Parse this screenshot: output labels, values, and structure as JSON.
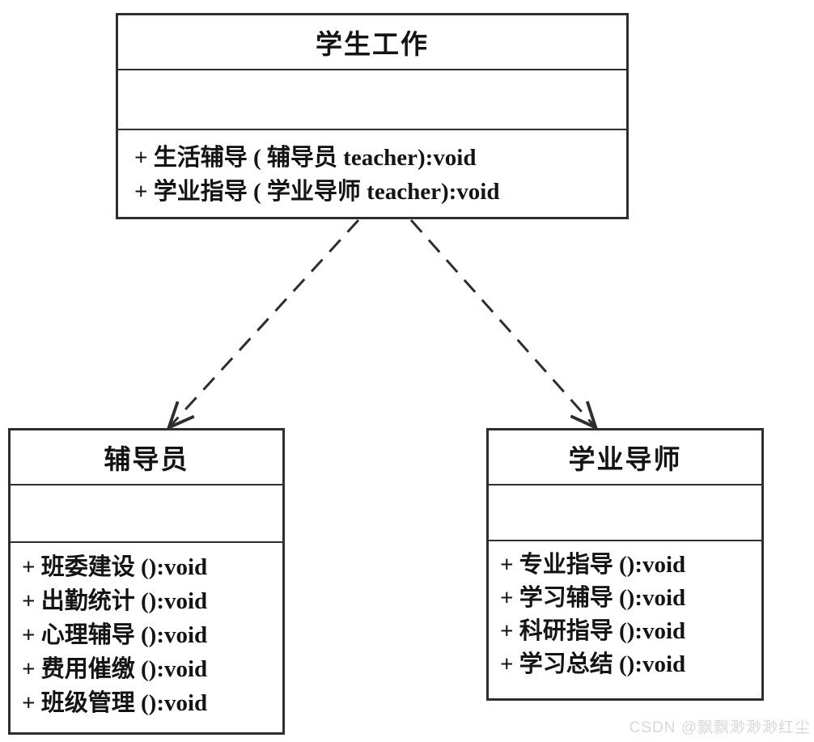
{
  "diagram": {
    "type": "uml-class-diagram",
    "classes": [
      {
        "name": "学生工作",
        "title": "学生工作",
        "attributes": [],
        "methods": [
          "+ 生活辅导 ( 辅导员 teacher):void",
          "+ 学业指导 ( 学业导师 teacher):void"
        ]
      },
      {
        "name": "辅导员",
        "title": "辅导员",
        "attributes": [],
        "methods": [
          "+ 班委建设 ():void",
          "+ 出勤统计 ():void",
          "+ 心理辅导 ():void",
          "+ 费用催缴 ():void",
          "+ 班级管理 ():void"
        ]
      },
      {
        "name": "学业导师",
        "title": "学业导师",
        "attributes": [],
        "methods": [
          "+ 专业指导 ():void",
          "+ 学习辅导 ():void",
          "+ 科研指导 ():void",
          "+ 学习总结 ():void"
        ]
      }
    ],
    "relations": [
      {
        "type": "dependency",
        "from": "学生工作",
        "to": "辅导员",
        "line_style": "dashed",
        "arrowhead": "open"
      },
      {
        "type": "dependency",
        "from": "学生工作",
        "to": "学业导师",
        "line_style": "dashed",
        "arrowhead": "open"
      }
    ]
  },
  "watermark": {
    "text": "CSDN @飘飘渺渺渺红尘"
  },
  "colors": {
    "background": "#ffffff",
    "line": "#2e2e2e",
    "text": "#141414",
    "watermark": "#d8d8d8"
  }
}
